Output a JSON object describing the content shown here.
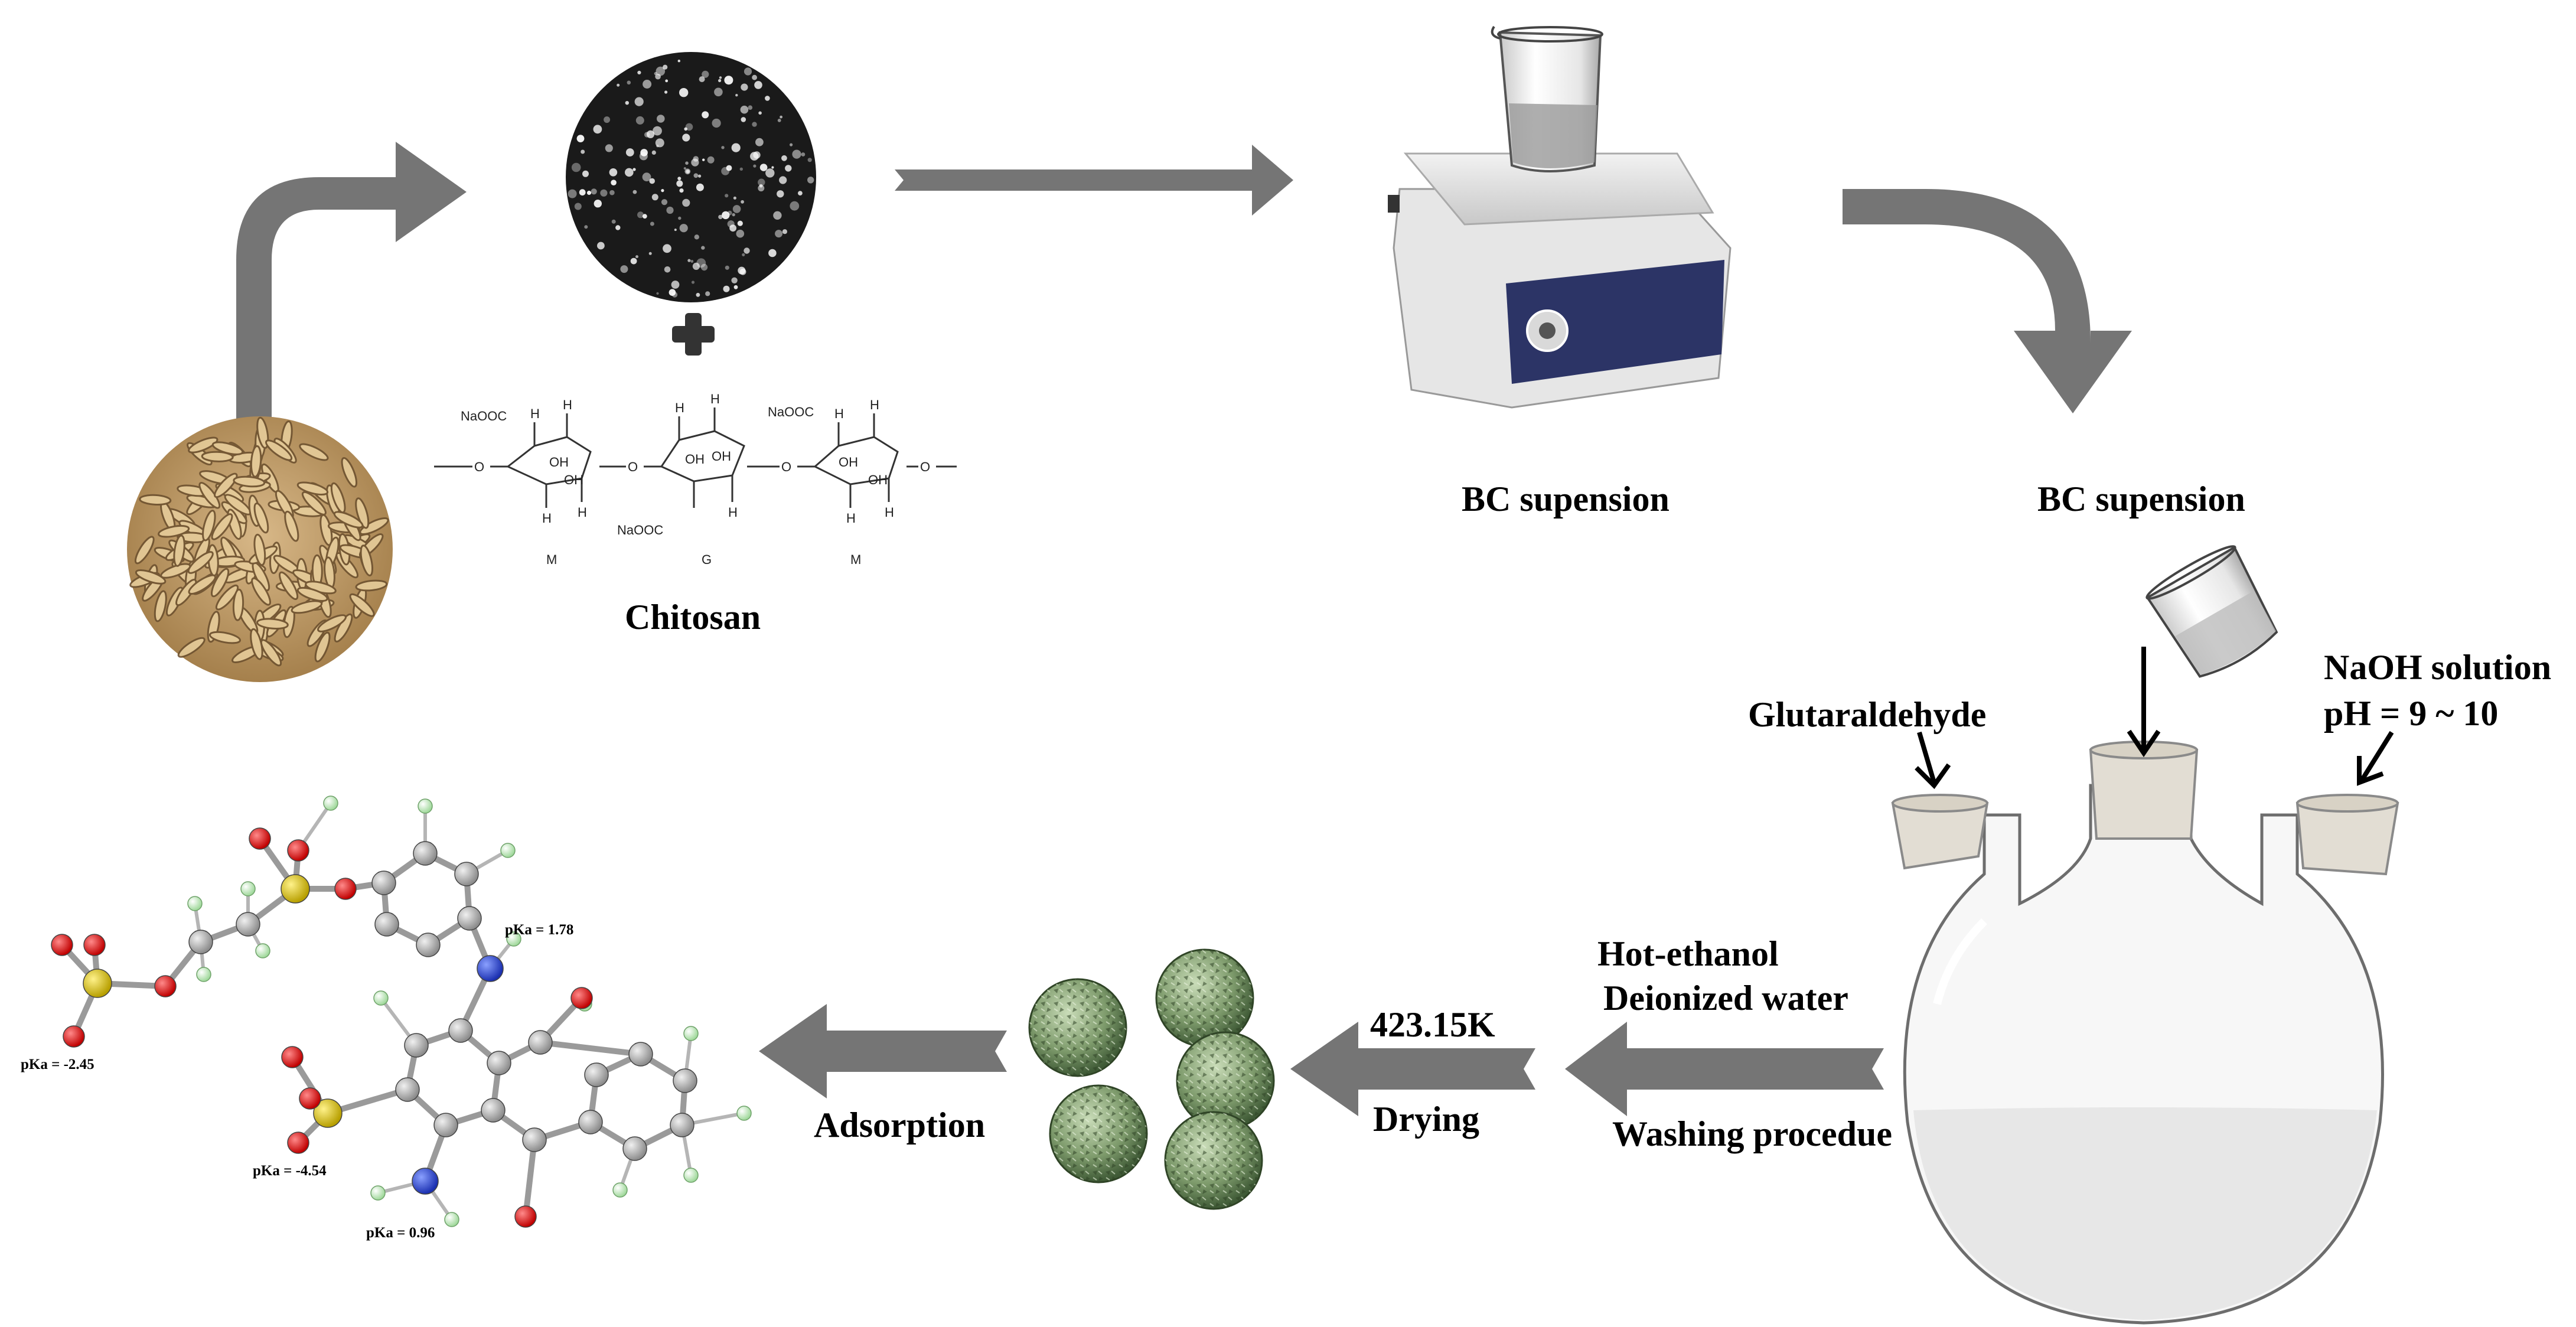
{
  "labels": {
    "chitosan": "Chitosan",
    "bc_suspension_1": "BC supension",
    "bc_suspension_2": "BC supension",
    "glutaraldehyde": "Glutaraldehyde",
    "naoh_line1": "NaOH solution",
    "naoh_line2": "pH = 9 ~ 10",
    "hot_ethanol": "Hot-ethanol",
    "deionized_water": "Deionized water",
    "washing": "Washing procedue",
    "temperature": "423.15K",
    "drying": "Drying",
    "adsorption": "Adsorption",
    "pka_1": "pKa = 1.78",
    "pka_2": "pKa = -2.45",
    "pka_3": "pKa = -4.54",
    "pka_4": "pKa = 0.96"
  },
  "chitosan_structure": {
    "substituent_1": "NaOOC",
    "substituent_2": "NaOOC",
    "substituent_3": "NaOOC",
    "oh": "OH",
    "h": "H",
    "o": "O",
    "unit_m1": "M",
    "unit_g": "G",
    "unit_m2": "M"
  },
  "colors": {
    "arrow": "#757575",
    "carbon": "#a9a9a9",
    "oxygen": "#e01010",
    "nitrogen": "#1f3fd6",
    "sulfur": "#d7c21a",
    "hydrogen": "#c9f2c0",
    "bead": "#7e9b6c",
    "hotplate_panel": "#2c3466"
  }
}
